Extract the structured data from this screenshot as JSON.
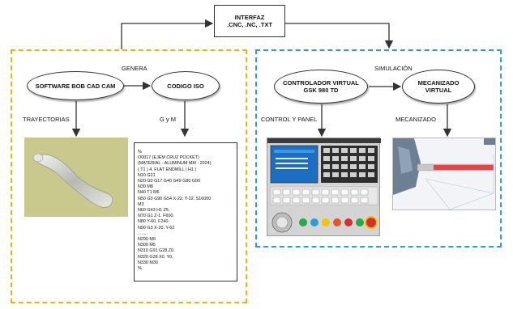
{
  "header_box": {
    "line1": "INTERFAZ",
    "line2": ".CNC, .NC, .TXT"
  },
  "left": {
    "software": "SOFTWARE BOB CAD CAM",
    "genera": "GENERA",
    "codigo_iso": "CODIGO ISO",
    "trayectorias": "TRAYECTORIAS",
    "g_y_m": "G y M",
    "code_lines": [
      "%",
      "O0017 (EJEM CRUZ POCKET)",
      "(MATERIAL - ALUMINUM MM - 2024)",
      "( T1 )    4. FLAT ENDMILL | H1 )",
      "N10 G21",
      "N20 G0 G17 G40 G49 G80 G90",
      "N30 M8",
      "N40 T1 M6",
      "N50 G0 G90 G54 X-22. Y-22. S16000",
      "M3",
      "N60 G43 H1 Z5.",
      "N70 G1 Z-1. F600.",
      "N80 Y-60. F240.",
      "N90 G3 X-20. Y-62",
      "........",
      "N290 M9",
      "N300 M5",
      "N310 G91 G28 Z0.",
      "N320 G28 X0. Y0.",
      "N330 M30",
      "%"
    ]
  },
  "right": {
    "controlador_line1": "CONTROLADOR VIRTUAL",
    "controlador_line2": "GSK 980 TD",
    "simulacion": "SIMULACIÓN",
    "mecanizado_line1": "MECANIZADO",
    "mecanizado_line2": "VIRTUAL",
    "control_y_panel": "CONTROL Y PANEL",
    "mecanizado": "MECANIZADO"
  },
  "colors": {
    "orange": "#f4b400",
    "blue": "#2a9fd6"
  }
}
